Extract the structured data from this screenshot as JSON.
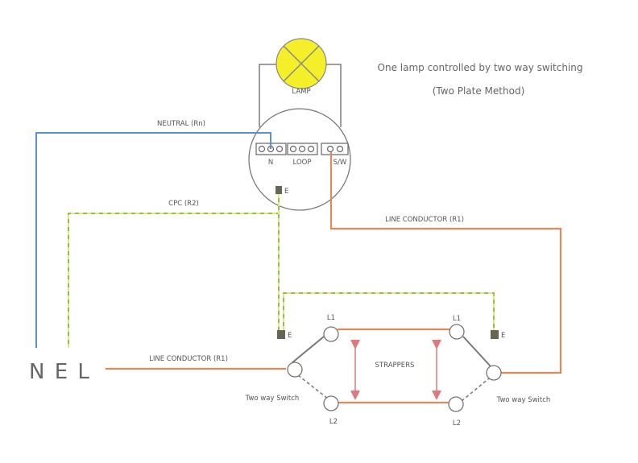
{
  "diagram": {
    "title": "One lamp controlled by two way switching",
    "subtitle": "(Two Plate Method)",
    "lamp_label": "LAMP",
    "rose_terminals": {
      "neutral": "N",
      "loop": "LOOP",
      "switch": "S/W"
    },
    "earth_label": "E",
    "wires": {
      "neutral": "NEUTRAL (Rn)",
      "cpc": "CPC (R2)",
      "line_top": "LINE CONDUCTOR (R1)",
      "line_bottom": "LINE CONDUCTOR (R1)"
    },
    "supply_label": "N E L",
    "strappers_label": "STRAPPERS",
    "switch_left": {
      "caption": "Two way Switch",
      "l1": "L1",
      "l2": "L2",
      "earth": "E"
    },
    "switch_right": {
      "caption": "Two way Switch",
      "l1": "L1",
      "l2": "L2",
      "earth": "E"
    },
    "colors": {
      "neutral": "#5b8fd6",
      "cpc_green": "#8fbf5a",
      "cpc_yellow": "#e8e870",
      "line": "#e08a5a",
      "lamp": "#f5ef2a",
      "strapper_arrow": "#e07a7a",
      "outline": "#666666"
    }
  }
}
